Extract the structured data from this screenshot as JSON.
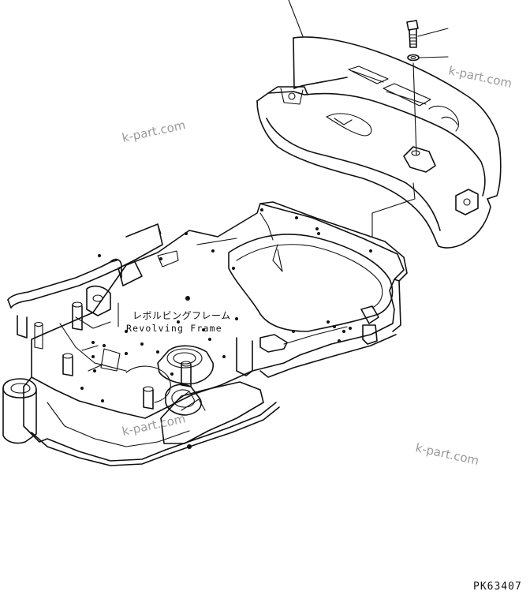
{
  "labels": {
    "part_jp": "レボルビングフレーム",
    "part_en": "Revolving Frame"
  },
  "watermarks": [
    "k-part.com",
    "k-part.com",
    "k-part.com",
    "k-part.com"
  ],
  "figure_code": "PK63407"
}
